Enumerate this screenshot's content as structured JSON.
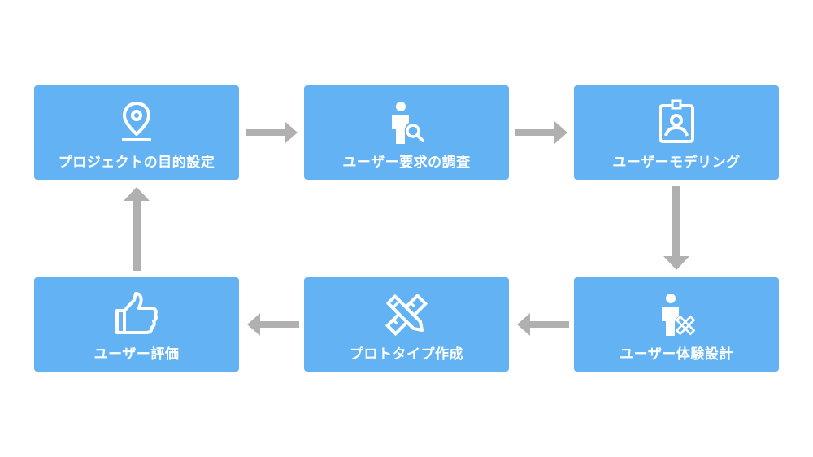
{
  "diagram": {
    "steps": [
      {
        "label": "プロジェクトの目的設定",
        "icon": "location-pin-icon"
      },
      {
        "label": "ユーザー要求の調査",
        "icon": "user-search-icon"
      },
      {
        "label": "ユーザーモデリング",
        "icon": "id-badge-icon"
      },
      {
        "label": "ユーザー体験設計",
        "icon": "user-design-tools-icon"
      },
      {
        "label": "プロトタイプ作成",
        "icon": "pencil-ruler-icon"
      },
      {
        "label": "ユーザー評価",
        "icon": "thumbs-up-icon"
      }
    ],
    "colors": {
      "box": "#63b3f4",
      "text": "#ffffff",
      "arrow": "#b0b0b0"
    }
  }
}
